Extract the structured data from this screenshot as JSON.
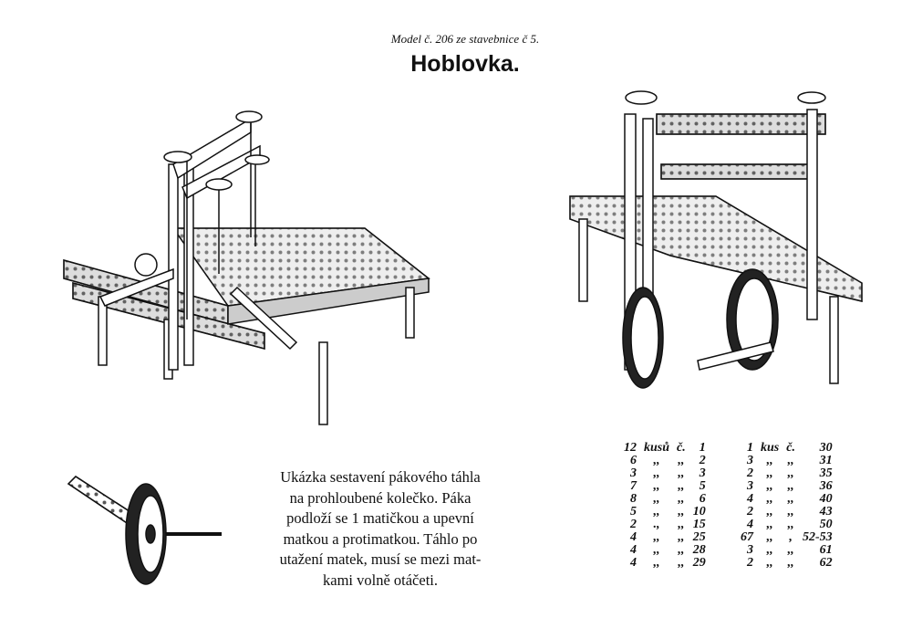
{
  "header": {
    "subtitle": "Model č. 206 ze stavebnice č 5.",
    "title": "Hoblovka."
  },
  "caption": {
    "lines": [
      "Ukázka sestavení pákového táhla",
      "na prohloubené kolečko. Páka",
      "podloží se 1 matičkou a upevní",
      "matkou a protimatkou. Táhlo po",
      "utažení matek, musí se mezi mat-",
      "kami volně otáčeti."
    ]
  },
  "parts_list": {
    "left": [
      {
        "qty": "12",
        "unit": "kusů",
        "no_label": "č.",
        "part": "1"
      },
      {
        "qty": "6",
        "unit": ",,",
        "no_label": ",,",
        "part": "2"
      },
      {
        "qty": "3",
        "unit": ",,",
        "no_label": ",,",
        "part": "3"
      },
      {
        "qty": "7",
        "unit": ",,",
        "no_label": ",,",
        "part": "5"
      },
      {
        "qty": "8",
        "unit": ",,",
        "no_label": ",,",
        "part": "6"
      },
      {
        "qty": "5",
        "unit": ",,",
        "no_label": ",,",
        "part": "10"
      },
      {
        "qty": "2",
        "unit": ".,",
        "no_label": ",,",
        "part": "15"
      },
      {
        "qty": "4",
        "unit": ",,",
        "no_label": ",,",
        "part": "25"
      },
      {
        "qty": "4",
        "unit": ",,",
        "no_label": ",,",
        "part": "28"
      },
      {
        "qty": "4",
        "unit": ",,",
        "no_label": ",,",
        "part": "29"
      }
    ],
    "right": [
      {
        "qty": "1",
        "unit": "kus",
        "no_label": "č.",
        "part": "30"
      },
      {
        "qty": "3",
        "unit": ",,",
        "no_label": ",,",
        "part": "31"
      },
      {
        "qty": "2",
        "unit": ",,",
        "no_label": ",,",
        "part": "35"
      },
      {
        "qty": "3",
        "unit": ",,",
        "no_label": ",,",
        "part": "36"
      },
      {
        "qty": "4",
        "unit": ",,",
        "no_label": ",,",
        "part": "40"
      },
      {
        "qty": "2",
        "unit": ",,",
        "no_label": ",,",
        "part": "43"
      },
      {
        "qty": "4",
        "unit": ",,",
        "no_label": ",,",
        "part": "50"
      },
      {
        "qty": "67",
        "unit": ",,",
        "no_label": ",",
        "part": "52-53"
      },
      {
        "qty": "3",
        "unit": ",,",
        "no_label": ",,",
        "part": "61"
      },
      {
        "qty": "2",
        "unit": ",,",
        "no_label": ",,",
        "part": "62"
      }
    ]
  }
}
